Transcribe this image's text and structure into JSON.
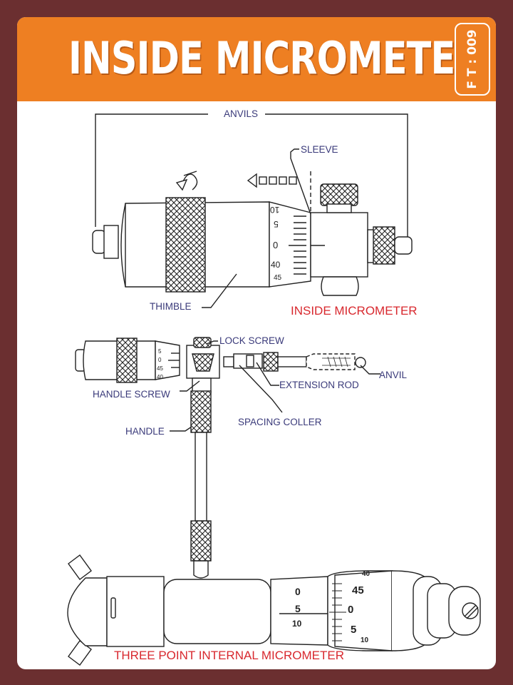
{
  "header": {
    "title": "INSIDE MICROMETER",
    "code": "F T : 009"
  },
  "colors": {
    "background": "#6b2f30",
    "banner": "#ee7f22",
    "label": "#3a3a7a",
    "caption": "#d8282e"
  },
  "labels": {
    "anvils": "ANVILS",
    "sleeve": "SLEEVE",
    "thimble": "THIMBLE",
    "lock_screw": "LOCK SCREW",
    "anvil": "ANVIL",
    "extension_rod": "EXTENSION ROD",
    "handle_screw": "HANDLE SCREW",
    "spacing_coller": "SPACING COLLER",
    "handle": "HANDLE"
  },
  "captions": {
    "inside_micrometer": "INSIDE MICROMETER",
    "three_point": "THREE POINT INTERNAL MICROMETER"
  },
  "scales": {
    "top_thimble": [
      "10",
      "5",
      "0",
      "40",
      "45"
    ],
    "small_thimble": [
      "5",
      "0",
      "45",
      "40"
    ],
    "sleeve_bottom": [
      "0",
      "5",
      "10"
    ],
    "thimble_bottom": [
      "40",
      "45",
      "0",
      "5",
      "10"
    ]
  }
}
